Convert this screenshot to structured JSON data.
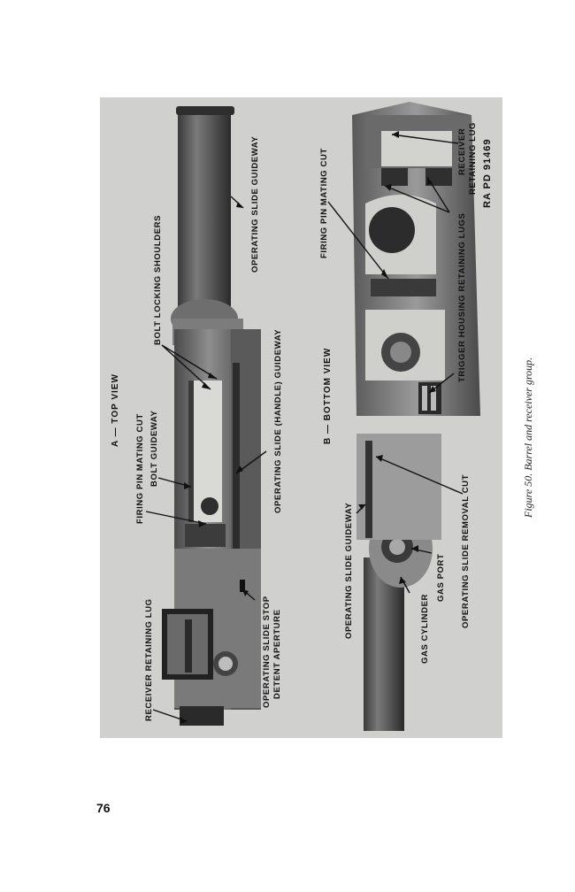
{
  "figure": {
    "view_a_title": "A — TOP VIEW",
    "view_b_title": "B — BOTTOM VIEW",
    "labels_a": {
      "receiver_retaining_lug": "RECEIVER RETAINING LUG",
      "firing_pin_mating_cut": "FIRING PIN MATING CUT",
      "bolt_guideway": "BOLT GUIDEWAY",
      "bolt_locking_shoulders": "BOLT LOCKING SHOULDERS",
      "operating_slide_guideway": "OPERATING SLIDE GUIDEWAY",
      "operating_slide_handle_guideway": "OPERATING SLIDE (HANDLE) GUIDEWAY",
      "operating_slide_stop": "OPERATING SLIDE STOP",
      "detent_aperture": "DETENT APERTURE"
    },
    "labels_b": {
      "firing_pin_mating_cut": "FIRING PIN MATING CUT",
      "receiver": "RECEIVER",
      "retaining_lug": "RETAINING LUG",
      "trigger_housing_retaining_lugs": "TRIGGER HOUSING RETAINING LUGS",
      "operating_slide_guideway": "OPERATING SLIDE GUIDEWAY",
      "operating_slide_removal_cut": "OPERATING SLIDE REMOVAL CUT",
      "gas_port": "GAS PORT",
      "gas_cylinder": "GAS CYLINDER"
    },
    "ra_pd_number": "RA  PD  91469"
  },
  "caption": "Figure 50.  Barrel and receiver group.",
  "page_number": "76"
}
